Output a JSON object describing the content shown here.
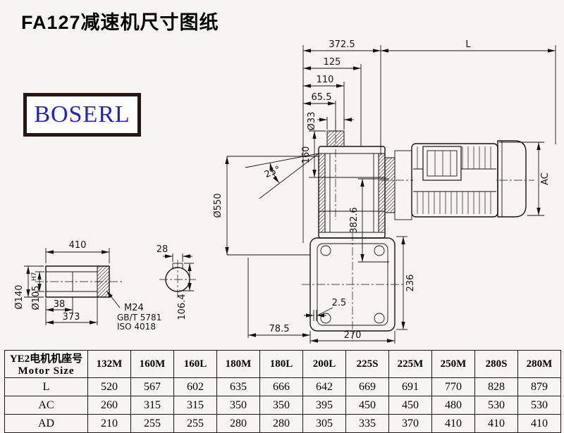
{
  "page": {
    "title": "FA127减速机尺寸图纸",
    "logo": "BOSERL"
  },
  "drawing": {
    "dims": {
      "d3725": "372.5",
      "dL": "L",
      "d125": "125",
      "d110": "110",
      "d655": "65.5",
      "d33": "Ø33",
      "d160": "160",
      "d25deg": "25°",
      "d550": "Ø550",
      "d3826": "382.6",
      "dAC": "AC",
      "d236": "236",
      "d25": "2.5",
      "d785": "78.5",
      "d270": "270",
      "d410": "410",
      "d140": "Ø140",
      "d105": "Ø105",
      "d105sup": "H7",
      "d38": "38",
      "d373": "373",
      "m24": "M24",
      "gbt": "GB/T 5781",
      "iso": "ISO 4018",
      "d28": "28",
      "d1064": "106.4"
    }
  },
  "table": {
    "header": {
      "line1": "YE2电机机座号",
      "line2": "Motor Size"
    },
    "sizes": [
      "132M",
      "160M",
      "160L",
      "180M",
      "180L",
      "200L",
      "225S",
      "225M",
      "250M",
      "280S",
      "280M"
    ],
    "rows": [
      {
        "label": "L",
        "values": [
          "520",
          "567",
          "602",
          "635",
          "666",
          "642",
          "669",
          "691",
          "770",
          "828",
          "879"
        ]
      },
      {
        "label": "AC",
        "values": [
          "260",
          "315",
          "315",
          "350",
          "350",
          "395",
          "450",
          "450",
          "480",
          "530",
          "530"
        ]
      },
      {
        "label": "AD",
        "values": [
          "210",
          "255",
          "255",
          "280",
          "280",
          "305",
          "335",
          "370",
          "410",
          "410",
          "410"
        ]
      }
    ]
  }
}
